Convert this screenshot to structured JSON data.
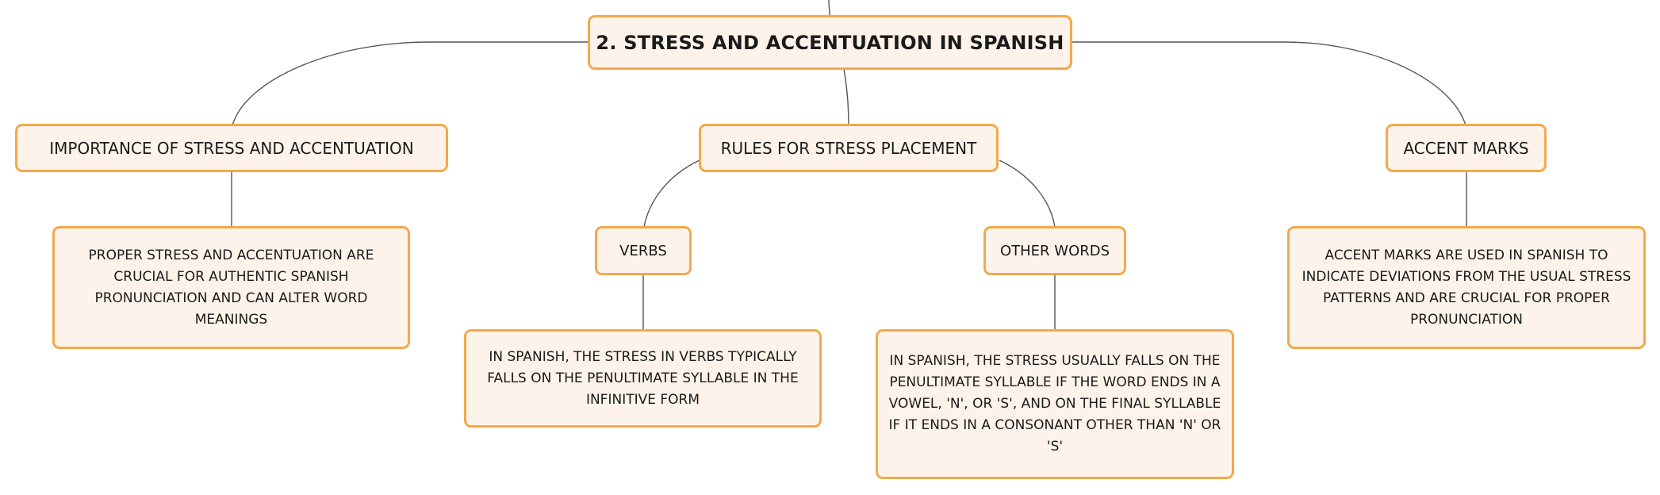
{
  "mindmap": {
    "root": {
      "label": "2. STRESS AND ACCENTUATION IN SPANISH"
    },
    "importance": {
      "label": "IMPORTANCE OF STRESS AND ACCENTUATION",
      "detail": "PROPER STRESS AND ACCENTUATION ARE CRUCIAL FOR AUTHENTIC SPANISH PRONUNCIATION AND CAN ALTER WORD MEANINGS"
    },
    "rules": {
      "label": "RULES FOR STRESS PLACEMENT",
      "verbs": {
        "label": "VERBS",
        "detail": "IN SPANISH, THE STRESS IN VERBS TYPICALLY FALLS ON THE PENULTIMATE SYLLABLE IN THE INFINITIVE FORM"
      },
      "other_words": {
        "label": "OTHER WORDS",
        "detail": "IN SPANISH, THE STRESS USUALLY FALLS ON THE PENULTIMATE SYLLABLE IF THE WORD ENDS IN A VOWEL, 'N', OR 'S', AND ON THE FINAL SYLLABLE IF IT ENDS IN A CONSONANT OTHER THAN 'N' OR 'S'"
      }
    },
    "accent_marks": {
      "label": "ACCENT MARKS",
      "detail": "ACCENT MARKS ARE USED IN SPANISH TO INDICATE DEVIATIONS FROM THE USUAL STRESS PATTERNS AND ARE CRUCIAL FOR PROPER PRONUNCIATION"
    }
  }
}
